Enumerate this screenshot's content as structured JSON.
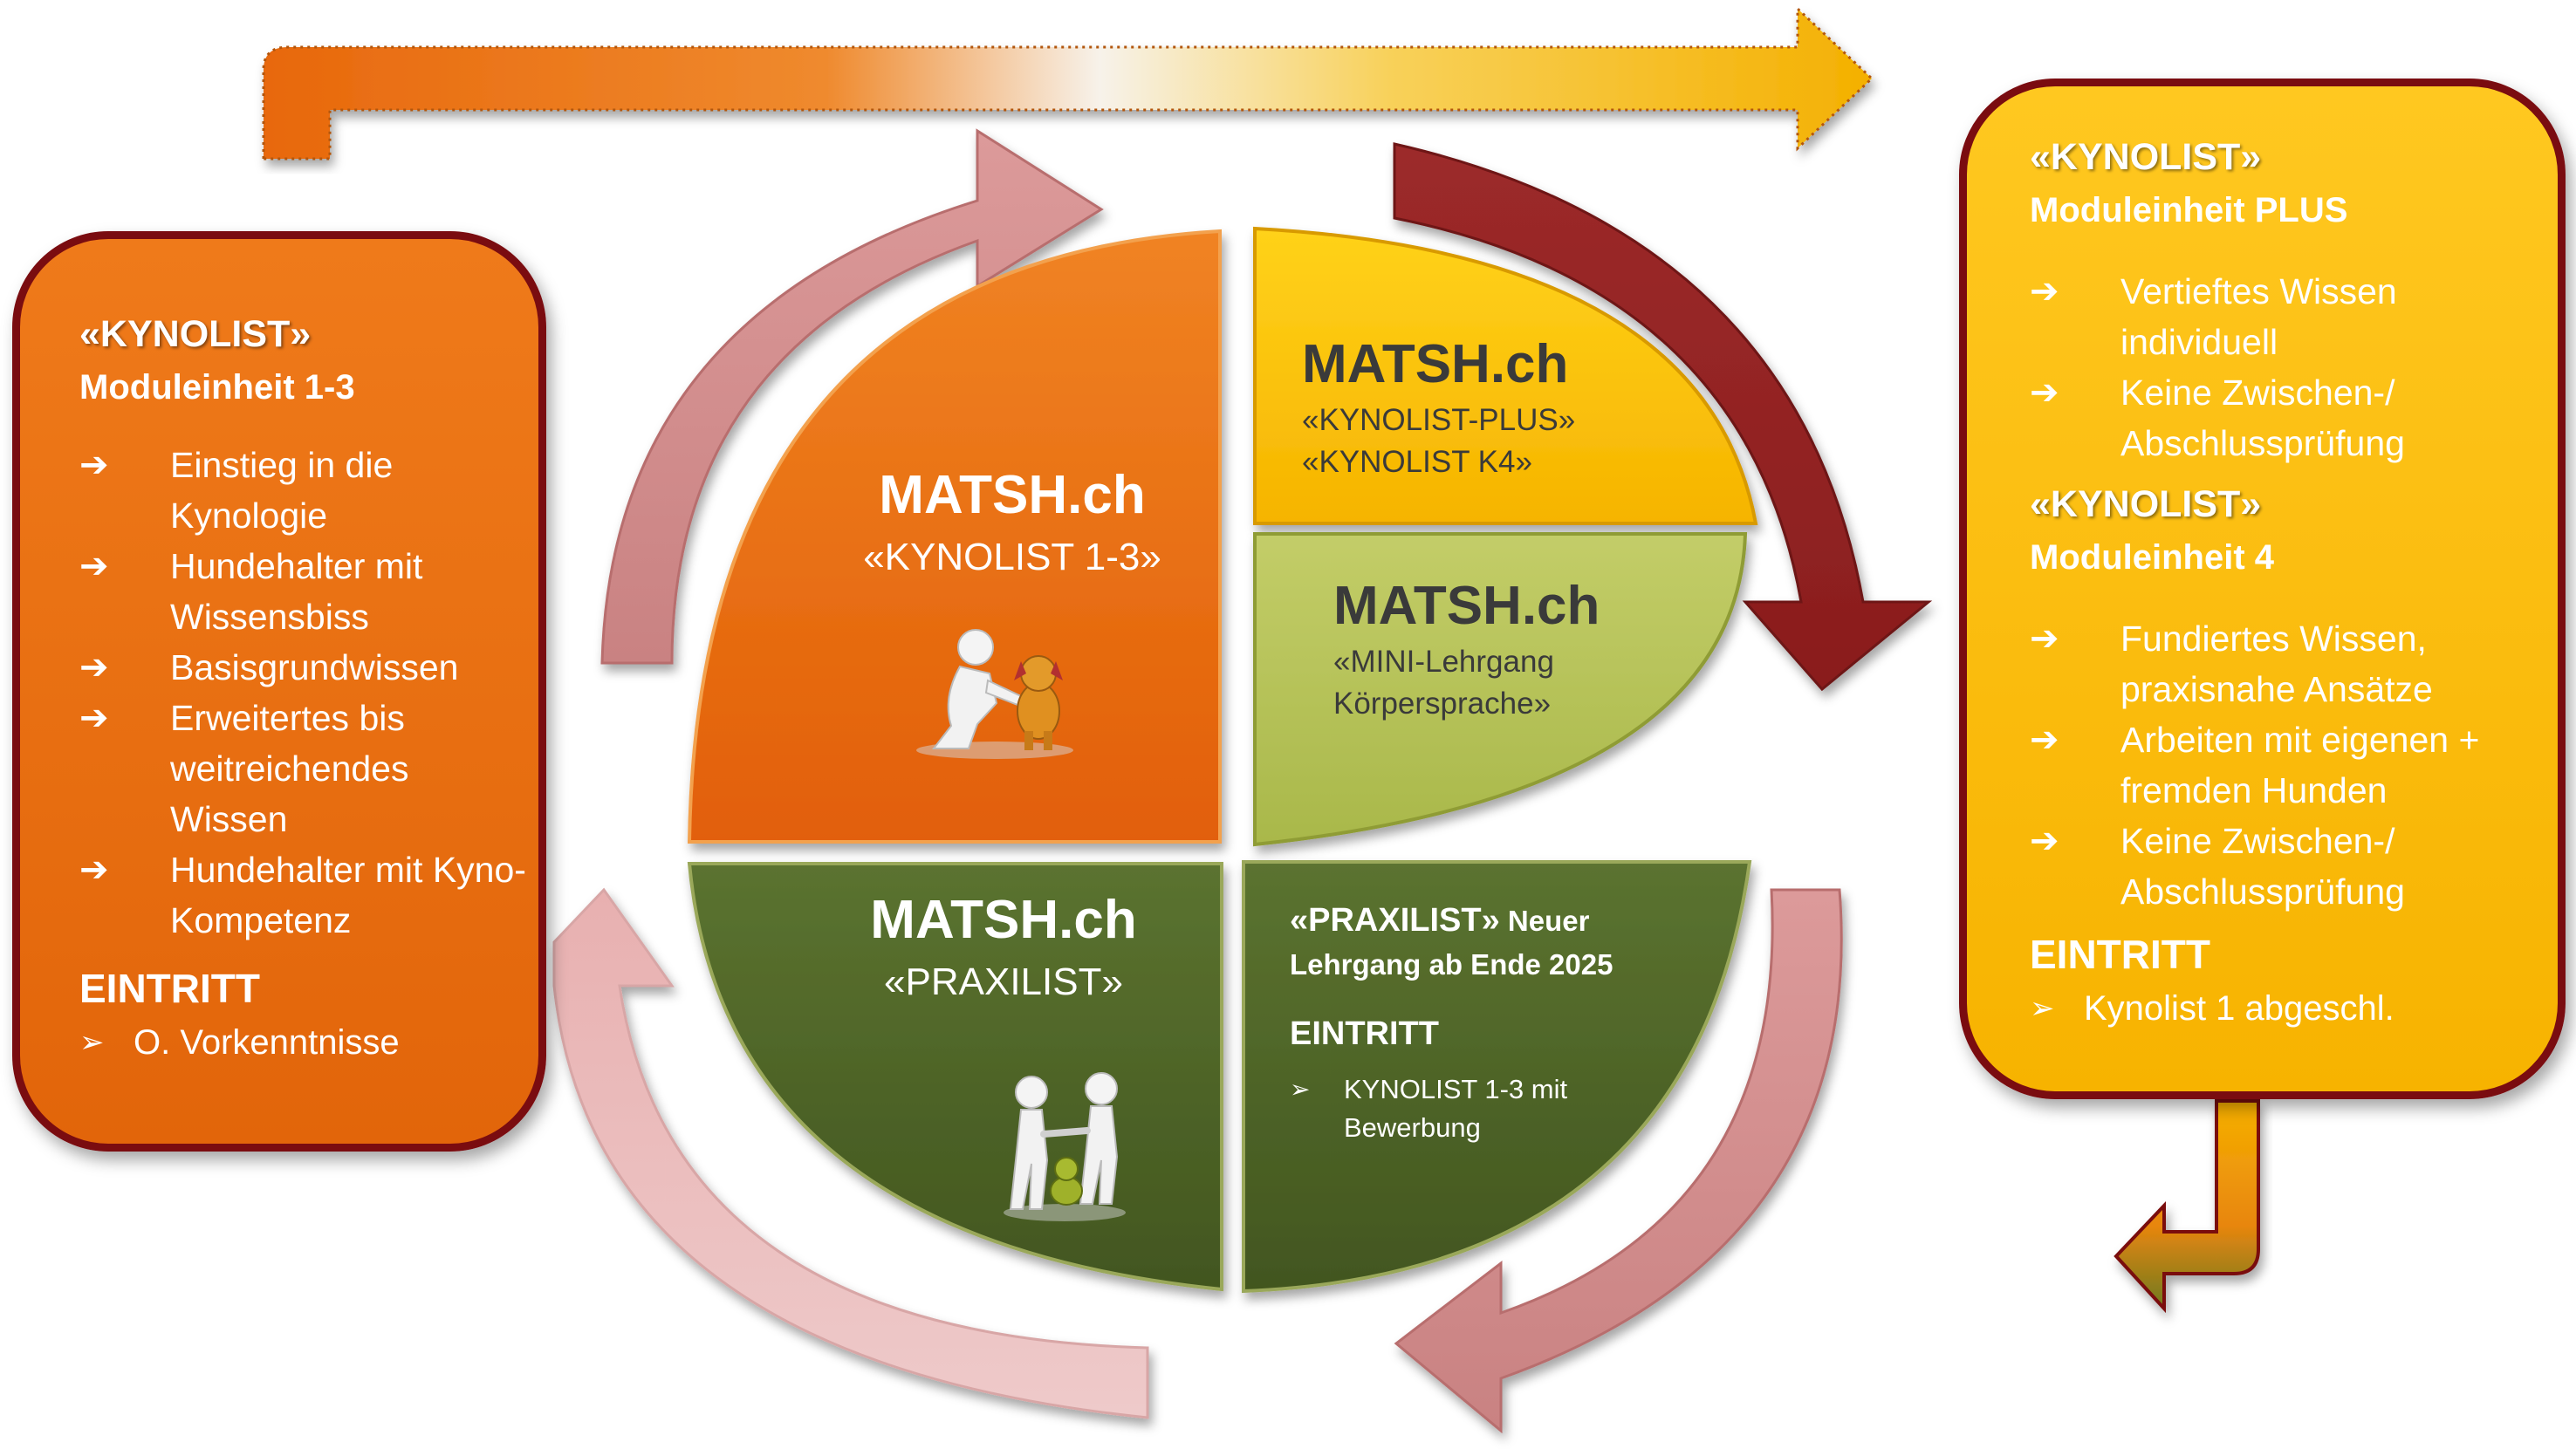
{
  "left_box": {
    "title": "«KYNOLIST»",
    "subtitle": "Moduleinheit 1-3",
    "items": [
      "Einstieg in die Kynologie",
      "Hundehalter mit Wissensbiss",
      "Basisgrundwissen",
      "Erweitertes bis weitreichendes Wissen",
      "Hundehalter mit Kyno-Kompetenz"
    ],
    "eintritt_label": "EINTRITT",
    "entry": "O. Vorkenntnisse"
  },
  "right_box": {
    "section1_title": "«KYNOLIST»",
    "section1_subtitle": "Moduleinheit PLUS",
    "section1_items": [
      "Vertieftes Wissen individuell",
      "Keine Zwischen-/ Abschlussprüfung"
    ],
    "section2_title": "«KYNOLIST»",
    "section2_subtitle": "Moduleinheit 4",
    "section2_items": [
      "Fundiertes Wissen, praxisnahe Ansätze",
      "Arbeiten mit eigenen + fremden Hunden",
      "Keine Zwischen-/ Abschlussprüfung"
    ],
    "eintritt_label": "EINTRITT",
    "entry": "Kynolist 1 abgeschl."
  },
  "quadrants": {
    "top_left": {
      "title": "MATSH.ch",
      "subtitle": "«KYNOLIST 1-3»"
    },
    "top_right": {
      "title": "MATSH.ch",
      "line1": "«KYNOLIST-PLUS»",
      "line2": "«KYNOLIST K4»"
    },
    "mid_right": {
      "title": "MATSH.ch",
      "line1": "«MINI-Lehrgang",
      "line2": "Körpersprache»"
    },
    "bottom_left": {
      "title": "MATSH.ch",
      "subtitle": "«PRAXILIST»"
    },
    "bottom_right": {
      "head_big": "«PRAXILIST»",
      "head_rest": " Neuer",
      "head_line2": "Lehrgang ab Ende 2025",
      "eintritt_label": "EINTRITT",
      "entry_line1": "KYNOLIST 1-3 mit",
      "entry_line2": "Bewerbung"
    }
  },
  "colors": {
    "orange": "#e96d0f",
    "yellow": "#fdbd00",
    "lime": "#b6c259",
    "olive": "#4d6327",
    "dark_red": "#7a0c10",
    "pink": "#d08c8c"
  },
  "icons": {
    "arrow_bullet": "right-arrow-icon",
    "entry_bullet": "triangle-bullet-icon"
  }
}
